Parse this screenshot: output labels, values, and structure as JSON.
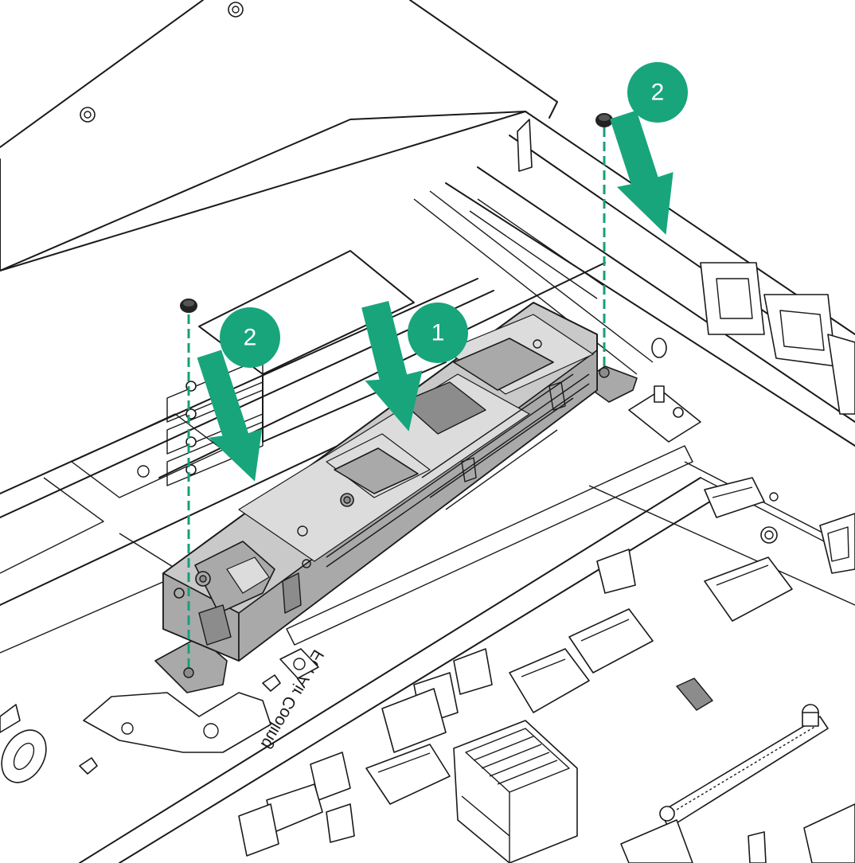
{
  "colors": {
    "accent": "#18a57c",
    "line": "#1a1a1a",
    "part_fill": "#c9c9c9"
  },
  "callouts": [
    {
      "id": "step-1",
      "label": "1"
    },
    {
      "id": "step-2-left",
      "label": "2"
    },
    {
      "id": "step-2-right",
      "label": "2"
    }
  ],
  "board_label": "For Air Cooling",
  "icons": {
    "screw": "screw-icon",
    "arrow": "down-arrow-icon",
    "module": "drive-backplane-module"
  }
}
